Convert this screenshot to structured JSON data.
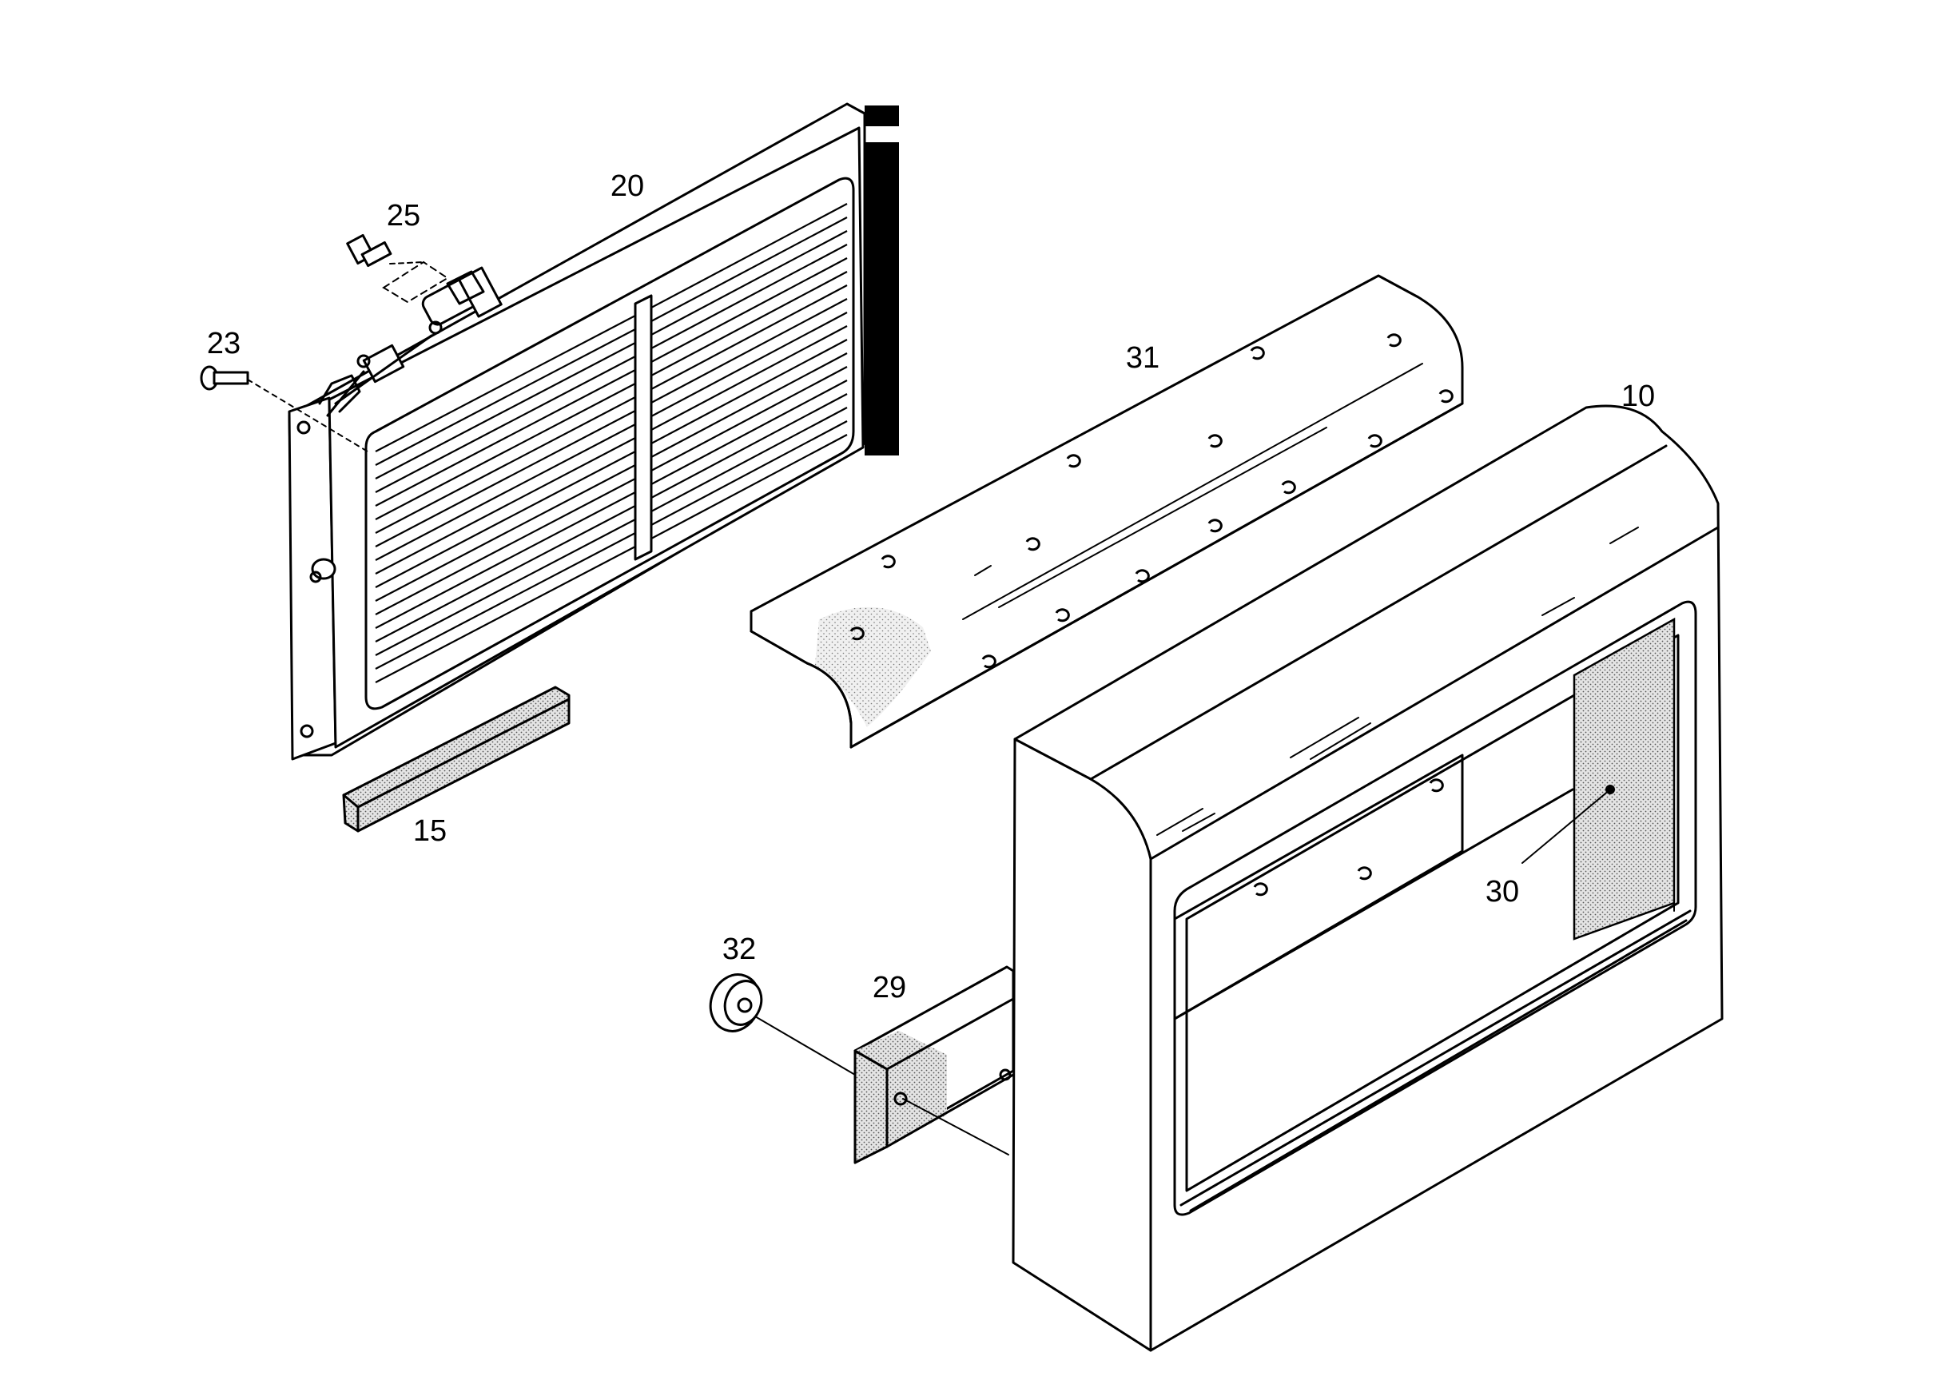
{
  "colors": {
    "line": "#000000",
    "background": "#ffffff",
    "foam": "#c8c8c8"
  },
  "callouts": {
    "c10": "10",
    "c15": "15",
    "c20": "20",
    "c23": "23",
    "c25": "25",
    "c29": "29",
    "c30": "30",
    "c31": "31",
    "c32": "32"
  }
}
